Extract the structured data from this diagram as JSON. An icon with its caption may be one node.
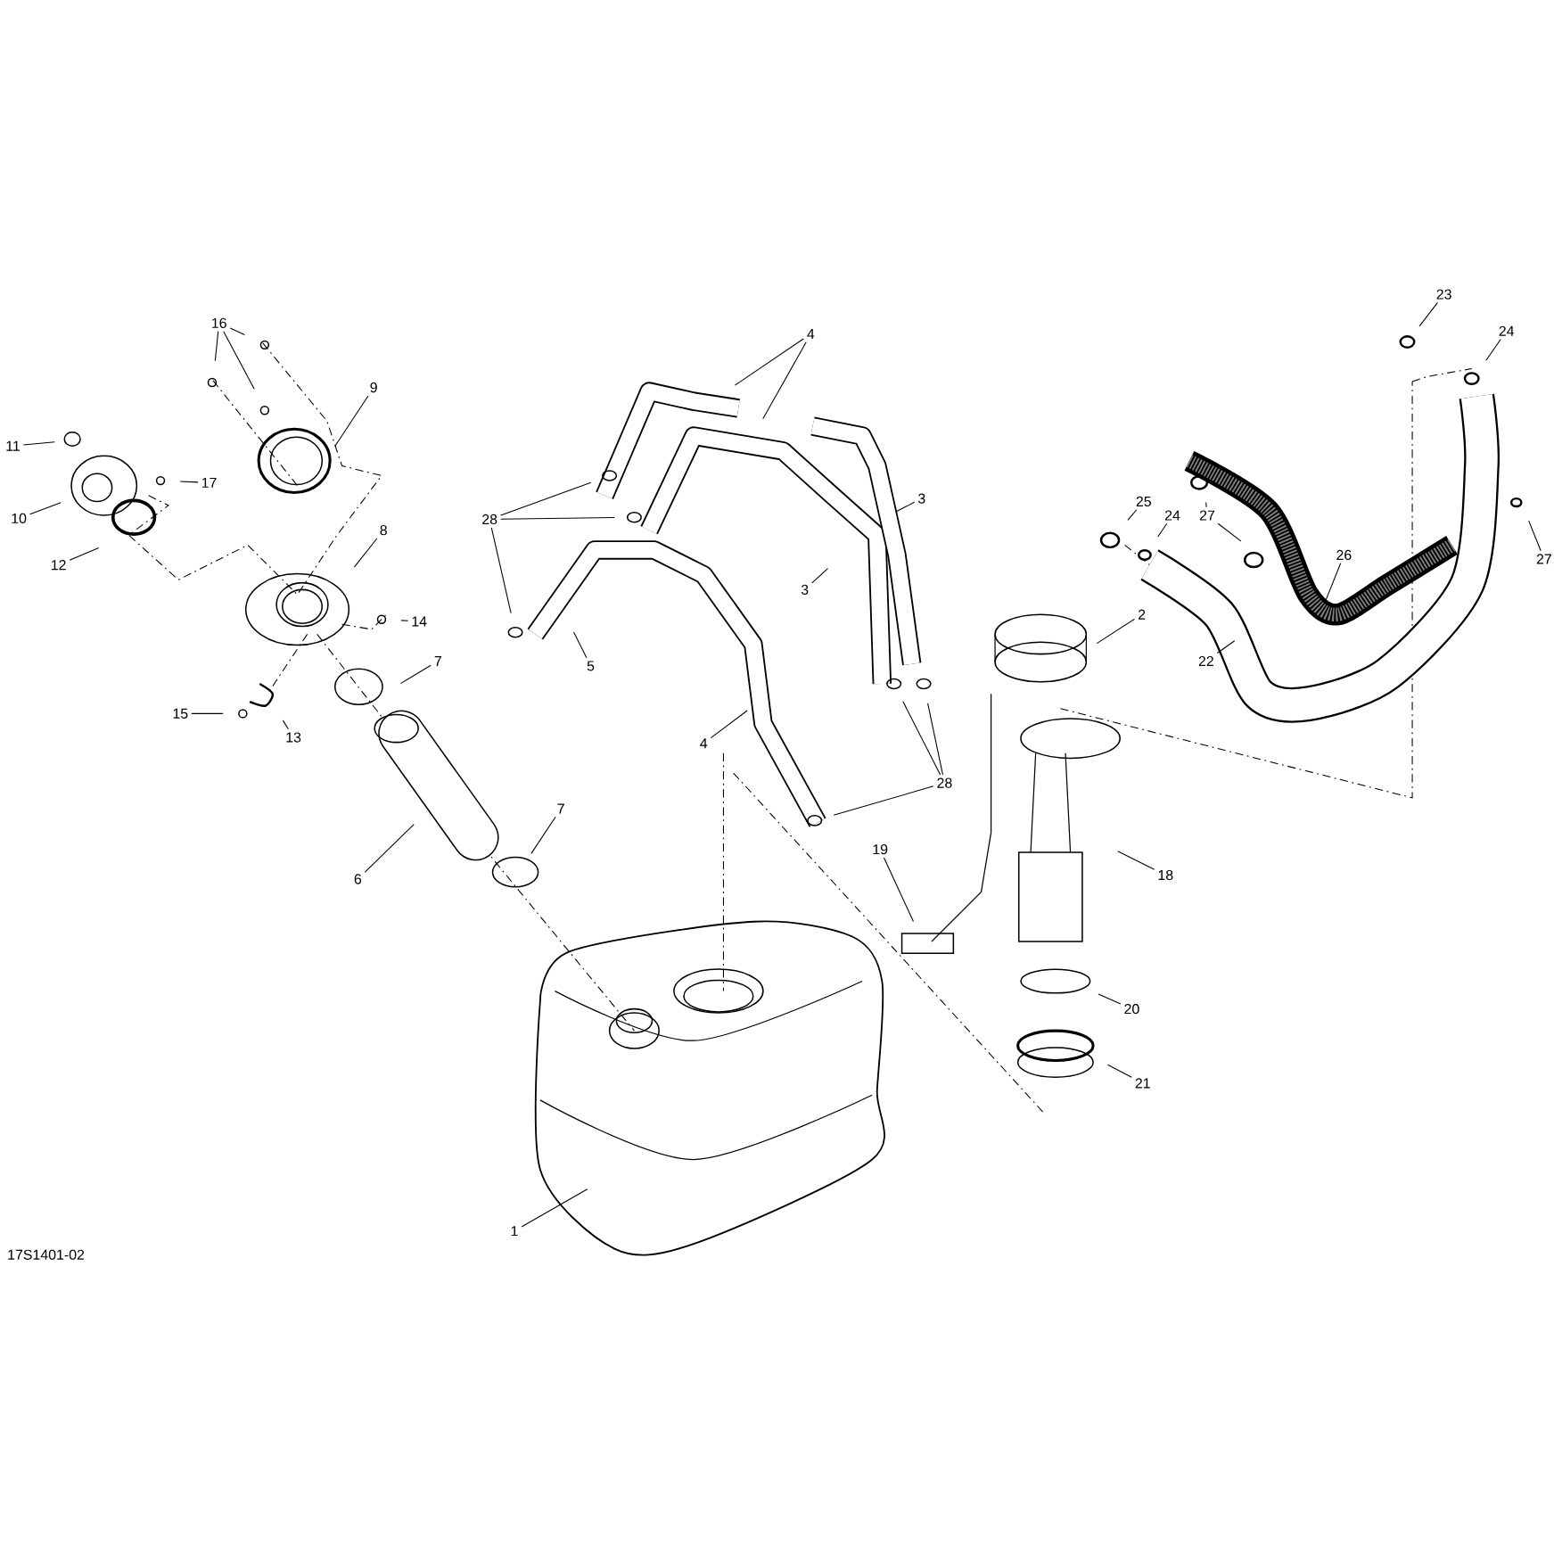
{
  "diagram": {
    "nodes": [
      {
        "text": [
          "23"
        ]
      },
      {
        "text": [
          "16"
        ]
      },
      {
        "text": [
          "24"
        ]
      },
      {
        "text": [
          "4"
        ]
      },
      {
        "text": [
          "9"
        ]
      },
      {
        "text": [
          "11"
        ]
      },
      {
        "text": [
          "17"
        ]
      },
      {
        "text": [
          "3"
        ]
      },
      {
        "text": [
          "25"
        ]
      },
      {
        "text": [
          "24"
        ]
      },
      {
        "text": [
          "27"
        ]
      },
      {
        "text": [
          "10"
        ]
      },
      {
        "text": [
          "28"
        ]
      },
      {
        "text": [
          "8"
        ]
      },
      {
        "text": [
          "26"
        ]
      },
      {
        "text": [
          "27"
        ]
      },
      {
        "text": [
          "12"
        ]
      },
      {
        "text": [
          "3"
        ]
      },
      {
        "text": [
          "2"
        ]
      },
      {
        "text": [
          "14"
        ]
      },
      {
        "text": [
          "7"
        ]
      },
      {
        "text": [
          "22"
        ]
      },
      {
        "text": [
          "5"
        ]
      },
      {
        "text": [
          "15"
        ]
      },
      {
        "text": [
          "13"
        ]
      },
      {
        "text": [
          "4"
        ]
      },
      {
        "text": [
          "28"
        ]
      },
      {
        "text": [
          "7"
        ]
      },
      {
        "text": [
          "19"
        ]
      },
      {
        "text": [
          "18"
        ]
      },
      {
        "text": [
          "6"
        ]
      },
      {
        "text": [
          "20"
        ]
      },
      {
        "text": [
          "21"
        ]
      },
      {
        "text": [
          "1"
        ]
      }
    ],
    "edges": [
      {
        "from": 0,
        "to": null,
        "arrow": "none"
      },
      {
        "from": 1,
        "to": null,
        "arrow": "none"
      },
      {
        "from": 1,
        "to": null,
        "arrow": "none"
      },
      {
        "from": 1,
        "to": null,
        "arrow": "none"
      },
      {
        "from": 2,
        "to": null,
        "arrow": "none"
      },
      {
        "from": 3,
        "to": null,
        "arrow": "none"
      },
      {
        "from": 3,
        "to": null,
        "arrow": "none"
      },
      {
        "from": 4,
        "to": null,
        "arrow": "none"
      },
      {
        "from": 5,
        "to": null,
        "arrow": "none"
      },
      {
        "from": 6,
        "to": null,
        "arrow": "none"
      },
      {
        "from": 7,
        "to": null,
        "arrow": "none"
      },
      {
        "from": 8,
        "to": null,
        "arrow": "none"
      },
      {
        "from": 9,
        "to": null,
        "arrow": "none"
      },
      {
        "from": 10,
        "to": null,
        "arrow": "none"
      },
      {
        "from": 10,
        "to": null,
        "arrow": "none"
      },
      {
        "from": 11,
        "to": null,
        "arrow": "none"
      },
      {
        "from": 12,
        "to": null,
        "arrow": "none"
      },
      {
        "from": 12,
        "to": null,
        "arrow": "none"
      },
      {
        "from": 12,
        "to": null,
        "arrow": "none"
      },
      {
        "from": 13,
        "to": null,
        "arrow": "none"
      },
      {
        "from": 14,
        "to": null,
        "arrow": "none"
      },
      {
        "from": 15,
        "to": null,
        "arrow": "none"
      },
      {
        "from": 16,
        "to": null,
        "arrow": "none"
      },
      {
        "from": 17,
        "to": null,
        "arrow": "none"
      },
      {
        "from": 18,
        "to": null,
        "arrow": "none"
      },
      {
        "from": 19,
        "to": null,
        "arrow": "none"
      },
      {
        "from": 20,
        "to": null,
        "arrow": "none"
      },
      {
        "from": 21,
        "to": null,
        "arrow": "none"
      },
      {
        "from": 22,
        "to": null,
        "arrow": "none"
      },
      {
        "from": 23,
        "to": null,
        "arrow": "none"
      },
      {
        "from": 24,
        "to": null,
        "arrow": "none"
      },
      {
        "from": 25,
        "to": null,
        "arrow": "none"
      },
      {
        "from": 26,
        "to": null,
        "arrow": "none"
      },
      {
        "from": 26,
        "to": null,
        "arrow": "none"
      },
      {
        "from": 26,
        "to": null,
        "arrow": "none"
      },
      {
        "from": 27,
        "to": null,
        "arrow": "none"
      },
      {
        "from": 28,
        "to": null,
        "arrow": "none"
      },
      {
        "from": 29,
        "to": null,
        "arrow": "none"
      },
      {
        "from": 30,
        "to": null,
        "arrow": "none"
      },
      {
        "from": 31,
        "to": null,
        "arrow": "none"
      },
      {
        "from": 32,
        "to": null,
        "arrow": "none"
      },
      {
        "from": 33,
        "to": null,
        "arrow": "none"
      }
    ],
    "labels": [
      "17S1401-02"
    ]
  }
}
